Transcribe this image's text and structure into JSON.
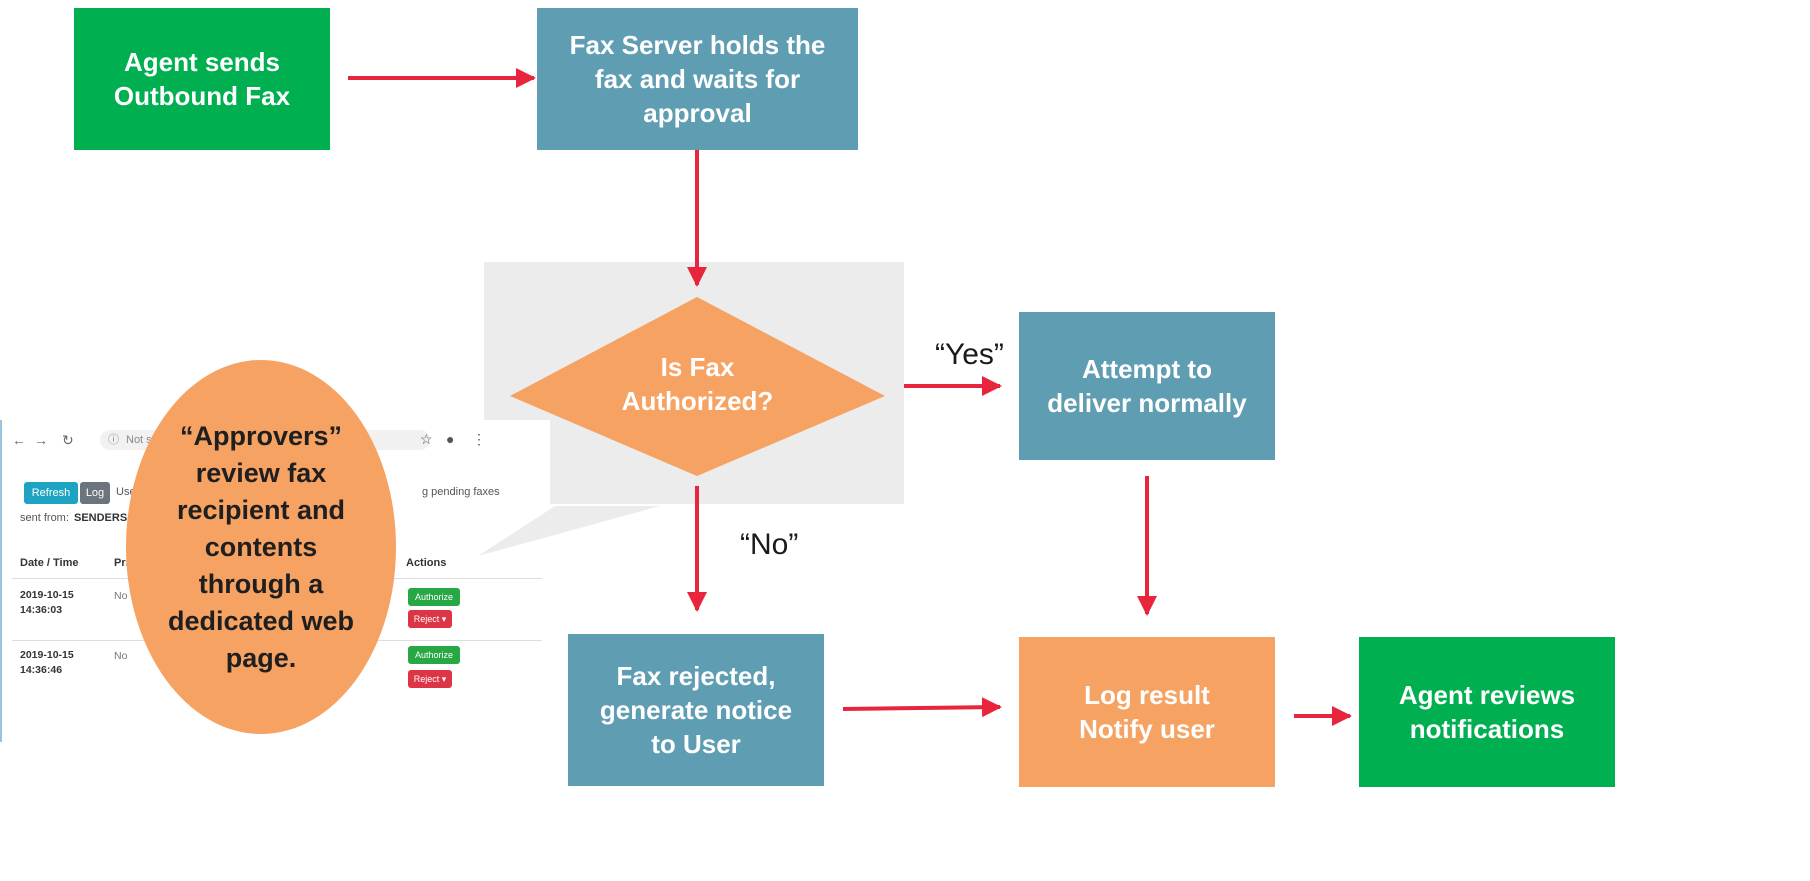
{
  "nodes": {
    "agent_sends": "Agent sends\nOutbound Fax",
    "fax_server": "Fax Server holds the\nfax and waits for\napproval",
    "decision": "Is Fax\nAuthorized?",
    "attempt": "Attempt to\ndeliver normally",
    "rejected": "Fax rejected,\ngenerate notice\nto User",
    "log_result": "Log result\nNotify user",
    "agent_reviews": "Agent reviews\nnotifications"
  },
  "edge_labels": {
    "yes": "“Yes”",
    "no": "“No”"
  },
  "callout": "“Approvers”\nreview fax\nrecipient and\ncontents\nthrough a\ndedicated web\npage.",
  "screenshot": {
    "url_text": "Not secure",
    "refresh_label": "Refresh",
    "log_label": "Log",
    "user_text": "User: KI",
    "pending_text": "g pending faxes",
    "sent_from_label": "sent from:",
    "sent_from_value": "SENDERS1",
    "col_datetime": "Date / Time",
    "col_priority": "Pri",
    "col_actions": "Actions",
    "rows": [
      {
        "datetime": "2019-10-15\n14:36:03",
        "priority": "No",
        "authorize": "Authorize",
        "reject": "Reject ▾"
      },
      {
        "datetime": "2019-10-15\n14:36:46",
        "priority": "No",
        "authorize": "Authorize",
        "reject": "Reject ▾"
      }
    ]
  },
  "colors": {
    "green": "#00b050",
    "teal": "#5f9db2",
    "orange": "#f6a262",
    "arrow": "#e8253c",
    "decision_bg": "#ececec"
  }
}
